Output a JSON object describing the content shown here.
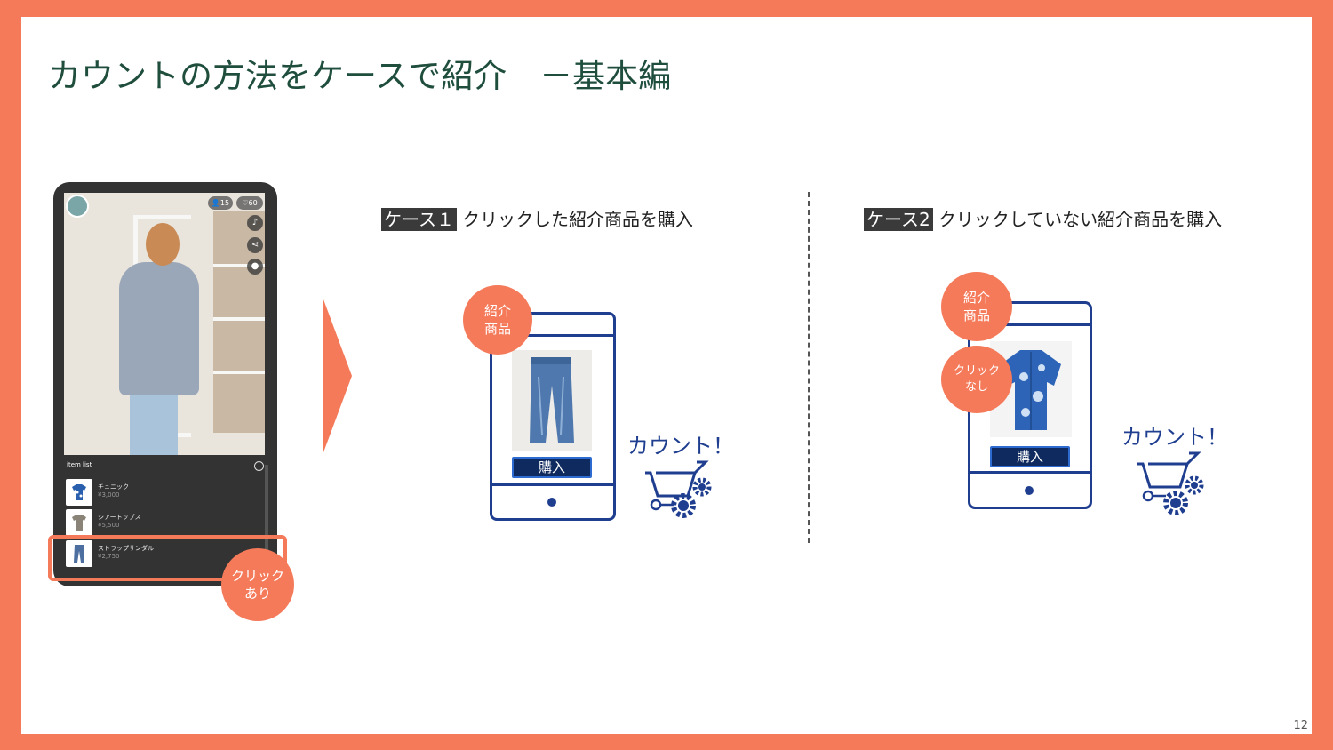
{
  "title": "カウントの方法をケースで紹介　－基本編",
  "page_number": "12",
  "phone": {
    "viewers": "15",
    "likes": "60",
    "item_list_label": "item list",
    "items": [
      {
        "name": "チュニック",
        "price": "¥3,000"
      },
      {
        "name": "シアートップス",
        "price": "¥5,500"
      },
      {
        "name": "ストラップサンダル",
        "price": "¥2,750"
      }
    ],
    "click_badge": [
      "クリック",
      "あり"
    ]
  },
  "case1": {
    "tag": "ケース１",
    "heading": "クリックした紹介商品を購入",
    "badge": [
      "紹介",
      "商品"
    ],
    "buy_label": "購入",
    "count_label": "カウント！"
  },
  "case2": {
    "tag": "ケース2",
    "heading": "クリックしていない紹介商品を購入",
    "badge": [
      "紹介",
      "商品"
    ],
    "no_click_badge": [
      "クリック",
      "なし"
    ],
    "buy_label": "購入",
    "count_label": "カウント！"
  },
  "colors": {
    "accent": "#F47A5A",
    "title": "#1F4E3D",
    "navy": "#1F3E8F"
  }
}
